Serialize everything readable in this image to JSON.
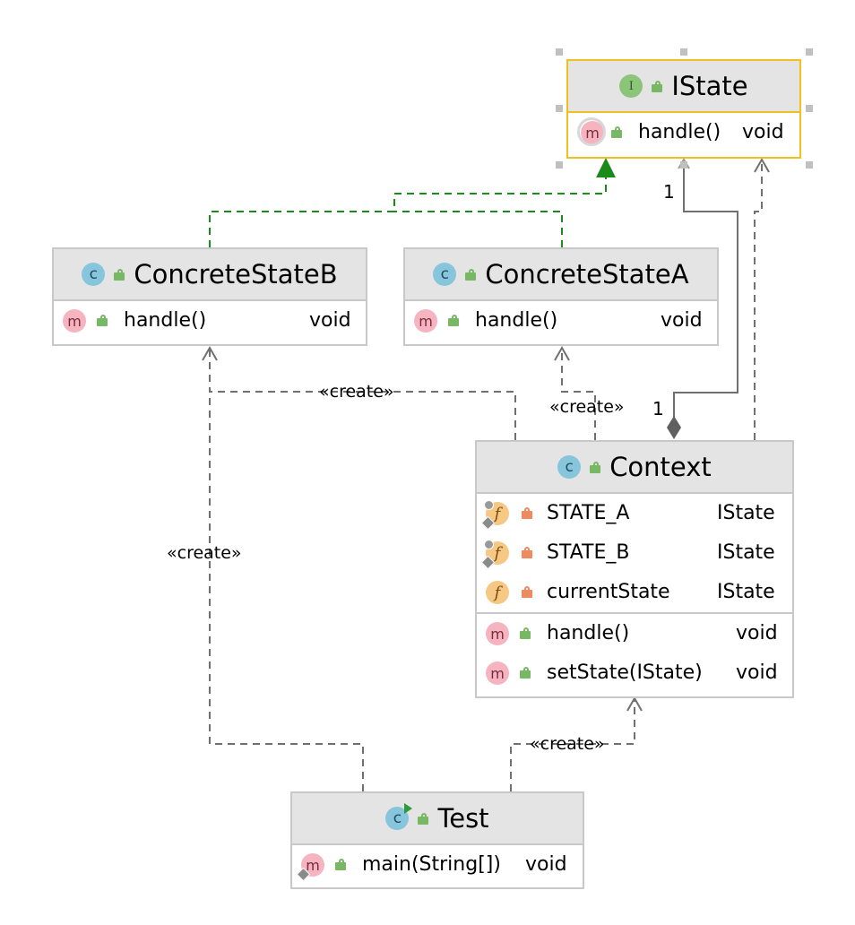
{
  "classes": {
    "istate": {
      "name": "IState",
      "icon": "I",
      "methods": [
        {
          "name": "handle()",
          "type": "void"
        }
      ]
    },
    "concrete_b": {
      "name": "ConcreteStateB",
      "icon": "c",
      "methods": [
        {
          "name": "handle()",
          "type": "void"
        }
      ]
    },
    "concrete_a": {
      "name": "ConcreteStateA",
      "icon": "c",
      "methods": [
        {
          "name": "handle()",
          "type": "void"
        }
      ]
    },
    "context": {
      "name": "Context",
      "icon": "c",
      "fields": [
        {
          "name": "STATE_A",
          "type": "IState"
        },
        {
          "name": "STATE_B",
          "type": "IState"
        },
        {
          "name": "currentState",
          "type": "IState"
        }
      ],
      "methods": [
        {
          "name": "handle()",
          "type": "void"
        },
        {
          "name": "setState(IState)",
          "type": "void"
        }
      ]
    },
    "test": {
      "name": "Test",
      "icon": "c",
      "methods": [
        {
          "name": "main(String[])",
          "type": "void"
        }
      ]
    }
  },
  "icon_letters": {
    "method": "m",
    "field": "f"
  },
  "relations": {
    "create_label": "«create»",
    "multiplicity_istate": "1",
    "multiplicity_context": "1"
  },
  "colors": {
    "realization": "#1a8a1a",
    "dependency": "#707070",
    "selected_border": "#f0c020",
    "header_bg": "#e4e4e4"
  }
}
